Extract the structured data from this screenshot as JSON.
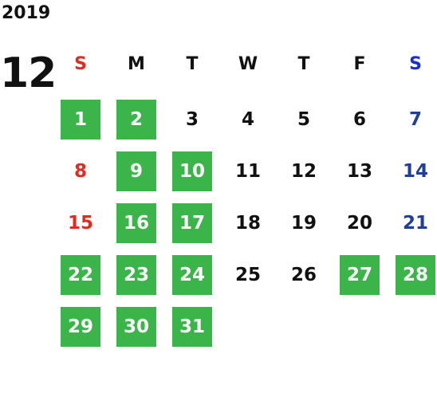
{
  "calendar": {
    "year": "2019",
    "month": "12",
    "weekdays": [
      "S",
      "M",
      "T",
      "W",
      "T",
      "F",
      "S"
    ],
    "colors": {
      "sunday": "#e02b1f",
      "saturday": "#1a2ed6",
      "saturday_date": "#1f3f9a",
      "default": "#111111",
      "active_bg": "#3bb54a",
      "active_text": "#ffffff"
    },
    "weeks": [
      [
        {
          "day": "1",
          "active": true
        },
        {
          "day": "2",
          "active": true
        },
        {
          "day": "3",
          "active": false
        },
        {
          "day": "4",
          "active": false
        },
        {
          "day": "5",
          "active": false
        },
        {
          "day": "6",
          "active": false
        },
        {
          "day": "7",
          "active": false
        }
      ],
      [
        {
          "day": "8",
          "active": false
        },
        {
          "day": "9",
          "active": true
        },
        {
          "day": "10",
          "active": true
        },
        {
          "day": "11",
          "active": false
        },
        {
          "day": "12",
          "active": false
        },
        {
          "day": "13",
          "active": false
        },
        {
          "day": "14",
          "active": false
        }
      ],
      [
        {
          "day": "15",
          "active": false
        },
        {
          "day": "16",
          "active": true
        },
        {
          "day": "17",
          "active": true
        },
        {
          "day": "18",
          "active": false
        },
        {
          "day": "19",
          "active": false
        },
        {
          "day": "20",
          "active": false
        },
        {
          "day": "21",
          "active": false
        }
      ],
      [
        {
          "day": "22",
          "active": true
        },
        {
          "day": "23",
          "active": true
        },
        {
          "day": "24",
          "active": true
        },
        {
          "day": "25",
          "active": false
        },
        {
          "day": "26",
          "active": false
        },
        {
          "day": "27",
          "active": true
        },
        {
          "day": "28",
          "active": true
        }
      ],
      [
        {
          "day": "29",
          "active": true
        },
        {
          "day": "30",
          "active": true
        },
        {
          "day": "31",
          "active": true
        }
      ]
    ]
  }
}
